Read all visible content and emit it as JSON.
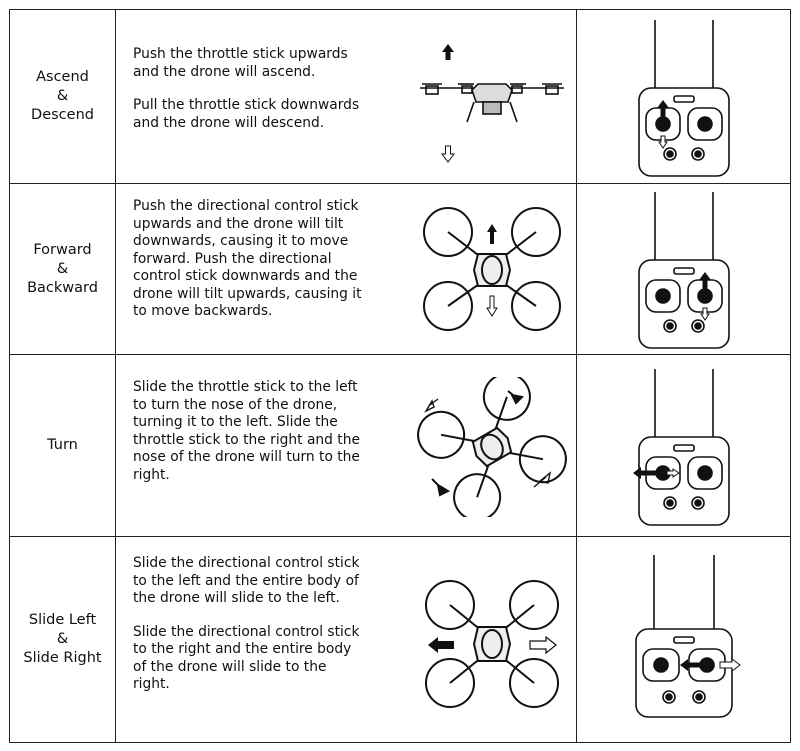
{
  "rows": [
    {
      "label": "Ascend\n&\nDescend",
      "desc": [
        "Push the throttle stick upwards\nand the drone will ascend.",
        "Pull the throttle stick downwards\nand the drone will descend."
      ]
    },
    {
      "label": "Forward\n&\nBackward",
      "desc": [
        "Push the directional control stick\nupwards and the drone will tilt\ndownwards, causing it to move\nforward. Push the directional\ncontrol stick downwards and the\ndrone will tilt upwards, causing it\nto move backwards."
      ]
    },
    {
      "label": "Turn",
      "desc": [
        "Slide the throttle stick to the left\nto turn the nose of the drone,\nturning it to the left.  Slide the\nthrottle stick to the right and the\nnose of the drone will turn to the\nright."
      ]
    },
    {
      "label": "Slide Left\n&\nSlide Right",
      "desc": [
        "Slide the directional control stick\nto the left and the entire body of\nthe drone will slide to the left.",
        "Slide the directional control stick\nto the right and the entire body\nof the drone will slide to the\nright."
      ]
    }
  ],
  "icons": {
    "drone_side": "drone-side-view-icon",
    "drone_top": "drone-top-view-icon",
    "remote": "remote-controller-icon",
    "arrow_solid": "solid-arrow-icon",
    "arrow_outline": "outline-arrow-icon"
  }
}
